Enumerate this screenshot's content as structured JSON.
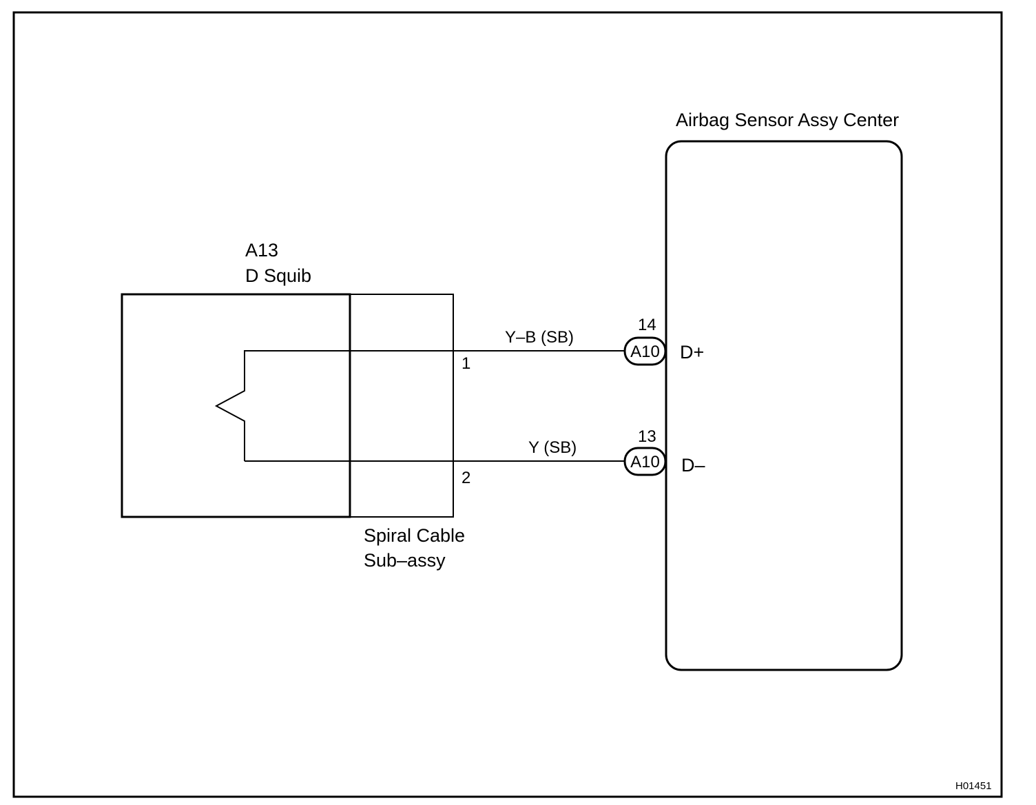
{
  "colors": {
    "ink": "#000000",
    "paper": "#ffffff"
  },
  "squib": {
    "id": "A13",
    "name": "D Squib"
  },
  "spiral_cable": {
    "line1": "Spiral Cable",
    "line2": "Sub–assy"
  },
  "sensor": {
    "name": "Airbag Sensor Assy Center"
  },
  "circuits": [
    {
      "terminal": "1",
      "wire": "Y–B (SB)",
      "connector": "A10",
      "pin": "14",
      "signal": "D+"
    },
    {
      "terminal": "2",
      "wire": "Y (SB)",
      "connector": "A10",
      "pin": "13",
      "signal": "D–"
    }
  ],
  "figure_code": "H01451"
}
